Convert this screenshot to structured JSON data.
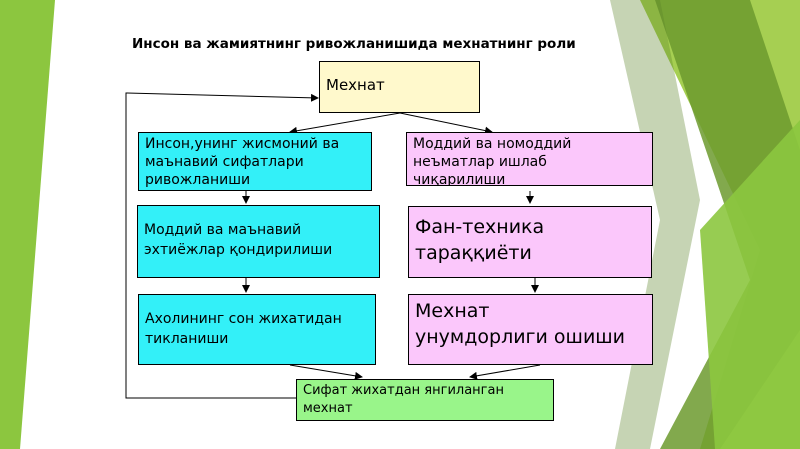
{
  "title": "Инсон ва жамиятнинг ривожланишида мехнатнинг роли",
  "nodes": {
    "labor": "Мехнат",
    "human_development": "Инсон,унинг жисмоний ва\nмаънавий сифатлари\nривожланиши",
    "goods_production": "Моддий ва номоддий\nнеъматлар ишлаб\nчиқарилиши",
    "needs_satisfaction": "Моддий ва маънавий\nэхтиёжлар қондирилиши",
    "tech_progress": "Фан-техника\nтараққиёти",
    "population_reproduction": "Ахолининг сон жихатидан\nтикланиши",
    "productivity_growth": "Мехнат\nунумдорлиги ошиши",
    "renewed_labor": "Сифат жихатдан янгиланган\nмехнат"
  },
  "colors": {
    "labor": "#fff9cc",
    "left_column": "#33f0f8",
    "right_column": "#fbc7fb",
    "result": "#99f58a",
    "background_accent": "#8cc63f"
  }
}
